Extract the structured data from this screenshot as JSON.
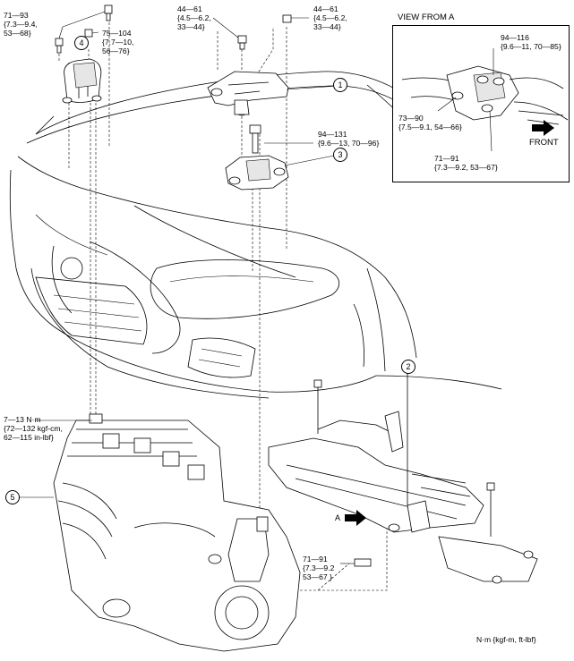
{
  "torques": {
    "t1": "71—93\n{7.3—9.4,\n53—68}",
    "t2": "75—104\n{7.7—10,\n56—76}",
    "t3": "44—61\n{4.5—6.2,\n33—44}",
    "t4": "44—61\n{4.5—6.2,\n33—44}",
    "t5": "94—131\n{9.6—13, 70—96}",
    "t6": "7—13 N·m\n{72—132 kgf-cm,\n62—115 in-lbf}",
    "t7": "71—91\n{7.3—9.2\n53—67 }"
  },
  "callouts": [
    "1",
    "2",
    "3",
    "4",
    "5"
  ],
  "arrow_a_label": "A",
  "inset": {
    "title": "VIEW FROM A",
    "t1": "94—116\n{9.6—11, 70—85}",
    "t2": "73—90\n{7.5—9.1, 54—66}",
    "t3": "71—91\n{7.3—9.2, 53—67}",
    "front_label": "FRONT"
  },
  "units_note": "N·m {kgf-m, ft-lbf}"
}
